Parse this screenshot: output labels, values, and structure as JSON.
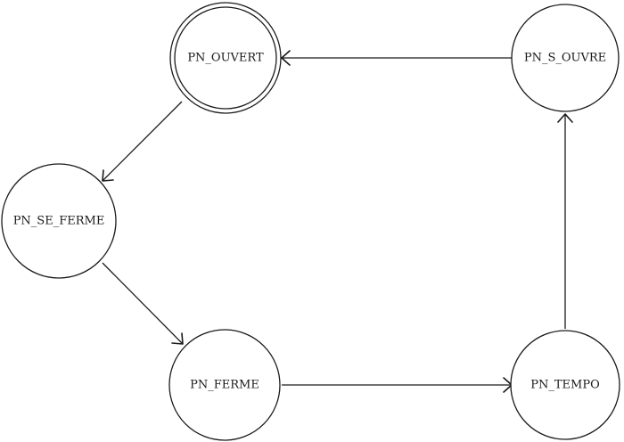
{
  "diagram": {
    "type": "state-machine",
    "states": {
      "pn_ouvert": "PN_OUVERT",
      "pn_s_ouvre": "PN_S_OUVRE",
      "pn_se_ferme": "PN_SE_FERME",
      "pn_ferme": "PN_FERME",
      "pn_tempo": "PN_TEMPO"
    },
    "accepting_state": "PN_OUVERT",
    "transitions": [
      {
        "from": "PN_S_OUVRE",
        "to": "PN_OUVERT"
      },
      {
        "from": "PN_OUVERT",
        "to": "PN_SE_FERME"
      },
      {
        "from": "PN_SE_FERME",
        "to": "PN_FERME"
      },
      {
        "from": "PN_FERME",
        "to": "PN_TEMPO"
      },
      {
        "from": "PN_TEMPO",
        "to": "PN_S_OUVRE"
      }
    ],
    "colors": {
      "stroke": "#1a1a1a",
      "background": "#ffffff"
    }
  }
}
